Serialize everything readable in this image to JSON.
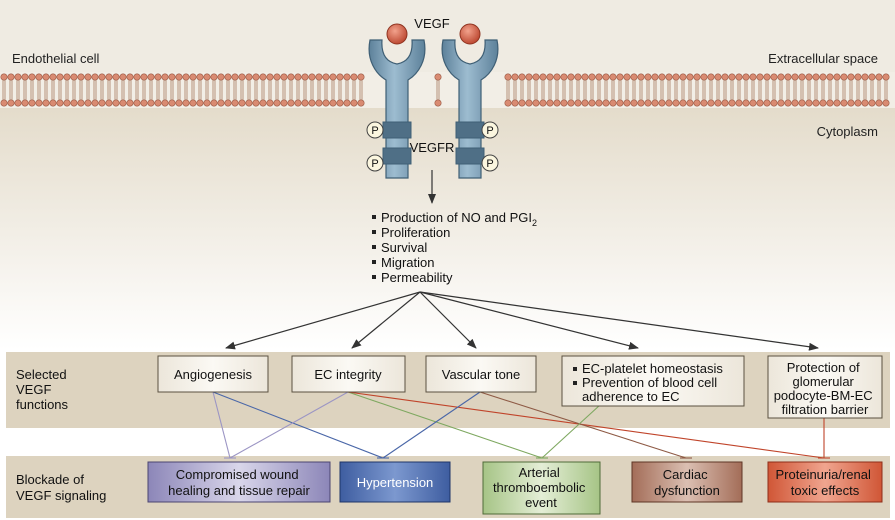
{
  "regions": {
    "endothelial_cell": "Endothelial cell",
    "extracellular_space": "Extracellular space",
    "cytoplasm": "Cytoplasm"
  },
  "ligand_label": "VEGF",
  "receptor_label": "VEGFR",
  "phosphate_label": "P",
  "effects": {
    "line1_main": "Production of NO and PGI",
    "line1_sub": "2",
    "items": [
      "Proliferation",
      "Survival",
      "Migration",
      "Permeability"
    ]
  },
  "section_labels": {
    "functions": [
      "Selected",
      "VEGF",
      "functions"
    ],
    "blockade": [
      "Blockade of",
      "VEGF signaling"
    ]
  },
  "functions": [
    {
      "lines": [
        "Angiogenesis"
      ]
    },
    {
      "lines": [
        "EC integrity"
      ]
    },
    {
      "lines": [
        "Vascular tone"
      ]
    },
    {
      "lines": [
        "EC-platelet homeostasis",
        "Prevention of blood cell",
        "adherence to EC"
      ]
    },
    {
      "lines": [
        "Protection of",
        "glomerular",
        "podocyte-BM-EC",
        "filtration barrier"
      ]
    }
  ],
  "consequences": [
    {
      "lines": [
        "Compromised wound",
        "healing and tissue repair"
      ]
    },
    {
      "lines": [
        "Hypertension"
      ]
    },
    {
      "lines": [
        "Arterial",
        "thromboembolic",
        "event"
      ]
    },
    {
      "lines": [
        "Cardiac",
        "dysfunction"
      ]
    },
    {
      "lines": [
        "Proteinuria/renal",
        "toxic effects"
      ]
    }
  ],
  "colors": {
    "membrane_band": "#e8e3d8",
    "cytoplasm_bg": "#ede6d8",
    "receptor": "#7a9db5",
    "receptor_dark": "#4f6f86",
    "ligand": "#c9553d",
    "function_band": "#ddd3bf",
    "blockade_band": "#ddd3bf",
    "consequence_purple": "#a9a3c8",
    "consequence_blue": "#5b79b8",
    "consequence_green": "#bcd39f",
    "consequence_brown": "#b98874",
    "consequence_red": "#d9694f"
  }
}
